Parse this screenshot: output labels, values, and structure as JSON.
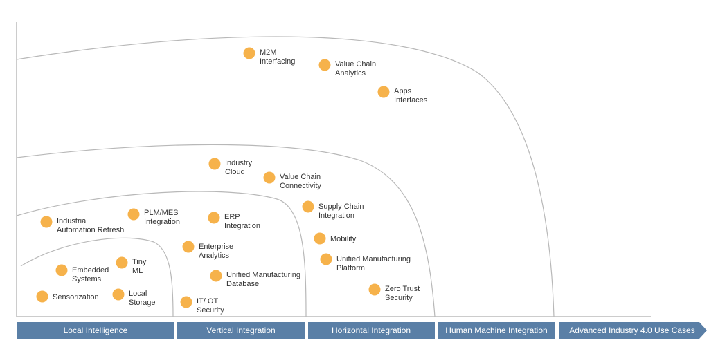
{
  "colors": {
    "dot": "#F6B24B",
    "curve": "#b8b8b8",
    "axis": "#9a9a9a",
    "stage_fill": "#5A7FA6",
    "stage_text": "#ffffff",
    "label_text": "#333333"
  },
  "stages": [
    {
      "id": "local-intelligence",
      "label": "Local Intelligence"
    },
    {
      "id": "vertical-integration",
      "label": "Vertical Integration"
    },
    {
      "id": "horizontal-integration",
      "label": "Horizontal Integration"
    },
    {
      "id": "human-machine-integration",
      "label": "Human Machine Integration"
    },
    {
      "id": "advanced-industry-4-0",
      "label": "Advanced Industry 4.0 Use Cases"
    }
  ],
  "nodes": [
    {
      "id": "m2m-interfacing",
      "lines": [
        "M2M",
        "Interfacing"
      ]
    },
    {
      "id": "value-chain-analytics",
      "lines": [
        "Value Chain",
        "Analytics"
      ]
    },
    {
      "id": "apps-interfaces",
      "lines": [
        "Apps",
        "Interfaces"
      ]
    },
    {
      "id": "industry-cloud",
      "lines": [
        "Industry",
        "Cloud"
      ]
    },
    {
      "id": "value-chain-connectivity",
      "lines": [
        "Value Chain",
        "Connectivity"
      ]
    },
    {
      "id": "supply-chain-integration",
      "lines": [
        "Supply Chain",
        "Integration"
      ]
    },
    {
      "id": "industrial-automation-refresh",
      "lines": [
        "Industrial",
        "Automation Refresh"
      ]
    },
    {
      "id": "plm-mes-integration",
      "lines": [
        "PLM/MES",
        "Integration"
      ]
    },
    {
      "id": "erp-integration",
      "lines": [
        "ERP",
        "Integration"
      ]
    },
    {
      "id": "mobility",
      "lines": [
        "Mobility"
      ]
    },
    {
      "id": "enterprise-analytics",
      "lines": [
        "Enterprise",
        "Analytics"
      ]
    },
    {
      "id": "unified-manufacturing-platform",
      "lines": [
        "Unified Manufacturing",
        "Platform"
      ]
    },
    {
      "id": "embedded-systems",
      "lines": [
        "Embedded",
        "Systems"
      ]
    },
    {
      "id": "tiny-ml",
      "lines": [
        "Tiny",
        "ML"
      ]
    },
    {
      "id": "unified-manufacturing-database",
      "lines": [
        "Unified Manufacturing",
        "Database"
      ]
    },
    {
      "id": "zero-trust-security",
      "lines": [
        "Zero Trust",
        "Security"
      ]
    },
    {
      "id": "sensorization",
      "lines": [
        "Sensorization"
      ]
    },
    {
      "id": "local-storage",
      "lines": [
        "Local",
        "Storage"
      ]
    },
    {
      "id": "it-ot-security",
      "lines": [
        "IT/ OT",
        "Security"
      ]
    }
  ]
}
